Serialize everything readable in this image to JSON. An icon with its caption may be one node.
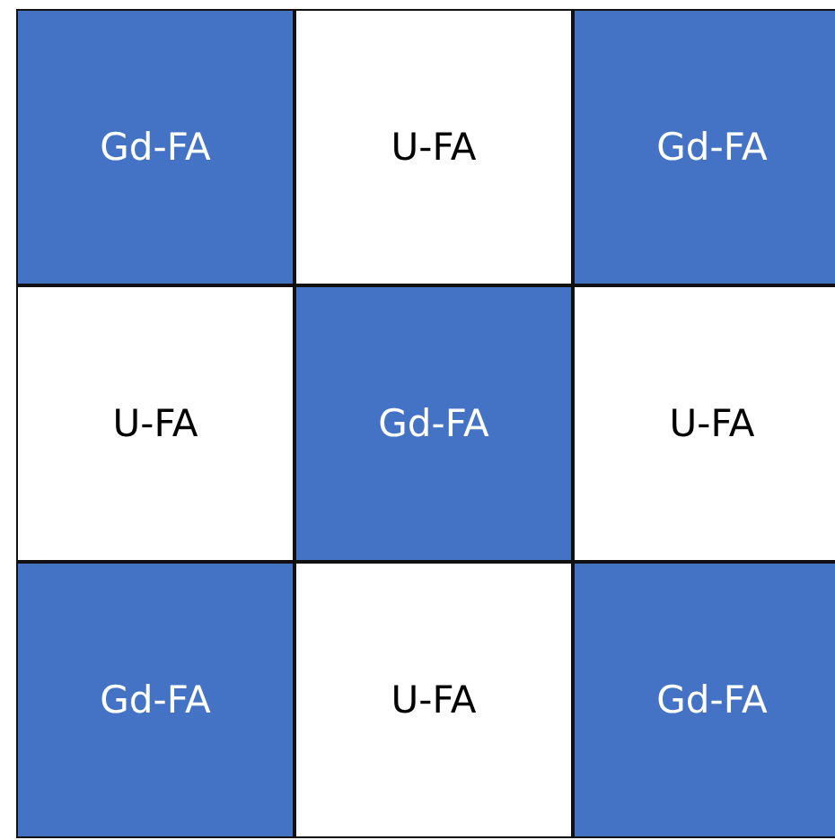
{
  "diagram": {
    "nodes": [
      {
        "text": [
          "Gd-FA"
        ]
      },
      {
        "text": [
          "U-FA"
        ]
      },
      {
        "text": [
          "Gd-FA"
        ]
      },
      {
        "text": [
          "U-FA"
        ]
      },
      {
        "text": [
          "Gd-FA"
        ]
      },
      {
        "text": [
          "U-FA"
        ]
      },
      {
        "text": [
          "Gd-FA"
        ]
      },
      {
        "text": [
          "U-FA"
        ]
      },
      {
        "text": [
          "Gd-FA"
        ]
      }
    ]
  }
}
